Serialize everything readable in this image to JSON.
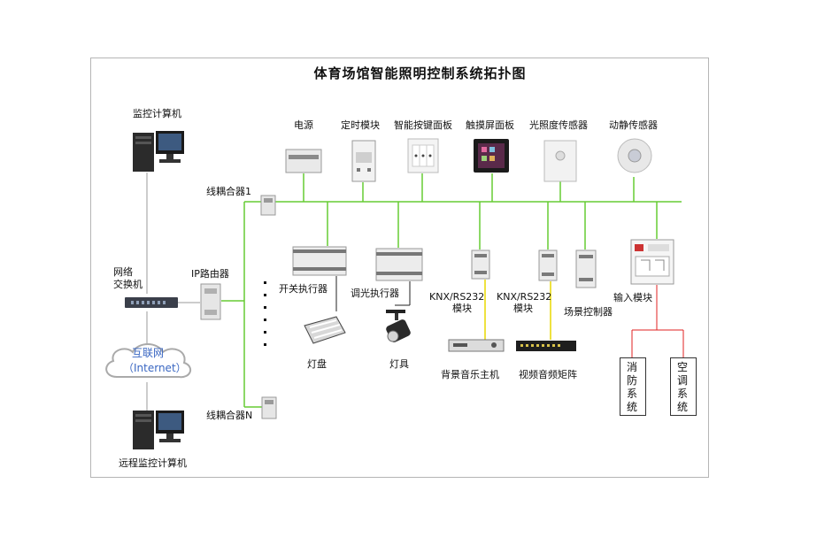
{
  "title": "体育场馆智能照明控制系统拓扑图",
  "labels": {
    "monitor_pc": "监控计算机",
    "network_switch_line1": "网络",
    "network_switch_line2": "交换机",
    "ip_router": "IP路由器",
    "coupler1": "线耦合器1",
    "couplerN": "线耦合器N",
    "internet_cn": "互联网",
    "internet_en": "（Internet）",
    "remote_pc": "远程监控计算机",
    "power": "电源",
    "timer": "定时模块",
    "smart_panel": "智能按键面板",
    "touch_panel": "触摸屏面板",
    "light_sensor": "光照度传感器",
    "motion_sensor": "动静传感器",
    "switch_actuator": "开关执行器",
    "dimming_actuator": "调光执行器",
    "knx1_line1": "KNX/RS232",
    "knx1_line2": "模块",
    "knx2_line1": "KNX/RS232",
    "knx2_line2": "模块",
    "scene_controller": "场景控制器",
    "input_module": "输入模块",
    "lamp_panel": "灯盘",
    "lamp": "灯具",
    "bgm_host": "背景音乐主机",
    "av_matrix": "视频音频矩阵",
    "fire_system": "消防系统",
    "ac_system": "空调系统"
  },
  "colors": {
    "bus_line": "#66cc33",
    "gray_line": "#999999",
    "red_line": "#e02020",
    "yellow_line": "#e8d800",
    "black_line": "#222222"
  },
  "icons": [
    "computer-tower-icon",
    "monitor-icon",
    "switch-device-icon",
    "cloud-icon",
    "din-module-icon",
    "sensor-icon",
    "touch-screen-icon",
    "light-fixture-icon",
    "spotlight-icon",
    "audio-device-icon"
  ]
}
